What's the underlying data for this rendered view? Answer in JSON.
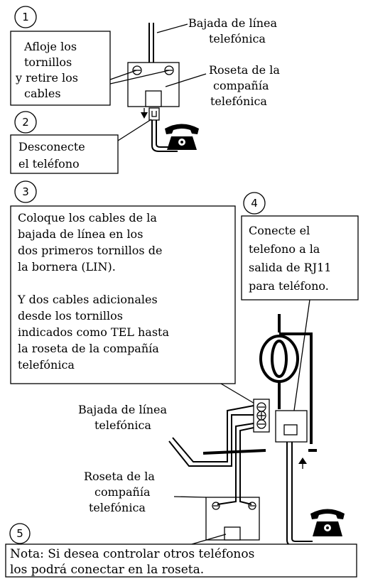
{
  "step_numbers": [
    "1",
    "2",
    "3",
    "4",
    "5"
  ],
  "step1": {
    "callout": [
      "Afloje los",
      "tornillos",
      "y retire los",
      "cables"
    ],
    "drop_label": [
      "Bajada de línea",
      "telefónica"
    ],
    "rosette_label": [
      "Roseta de la",
      "compañía",
      "telefónica"
    ]
  },
  "step2": {
    "callout": [
      "Desconecte",
      "el teléfono"
    ]
  },
  "step3": {
    "callout": [
      "Coloque los cables de la",
      "bajada de línea en los",
      "dos primeros tornillos de",
      "la bornera (LIN).",
      "",
      "Y dos cables adicionales",
      "desde los tornillos",
      "indicados como TEL hasta",
      "la roseta de la compañía",
      "telefónica"
    ]
  },
  "step4": {
    "callout": [
      "Conecte el",
      "telefono a la",
      "salida de RJ11",
      "para teléfono."
    ]
  },
  "lower_diagram": {
    "drop_label": [
      "Bajada de línea",
      "telefónica"
    ],
    "rosette_label": [
      "Roseta de la",
      "compañía",
      "telefónica"
    ]
  },
  "step5": {
    "note": [
      "Nota: Si desea controlar otros teléfonos",
      "los podrá conectar en la  roseta."
    ]
  },
  "icons": [
    "telephone-icon",
    "screw-terminal-icon",
    "arrow-down-icon",
    "arrow-up-icon",
    "rj11-plug-icon"
  ]
}
